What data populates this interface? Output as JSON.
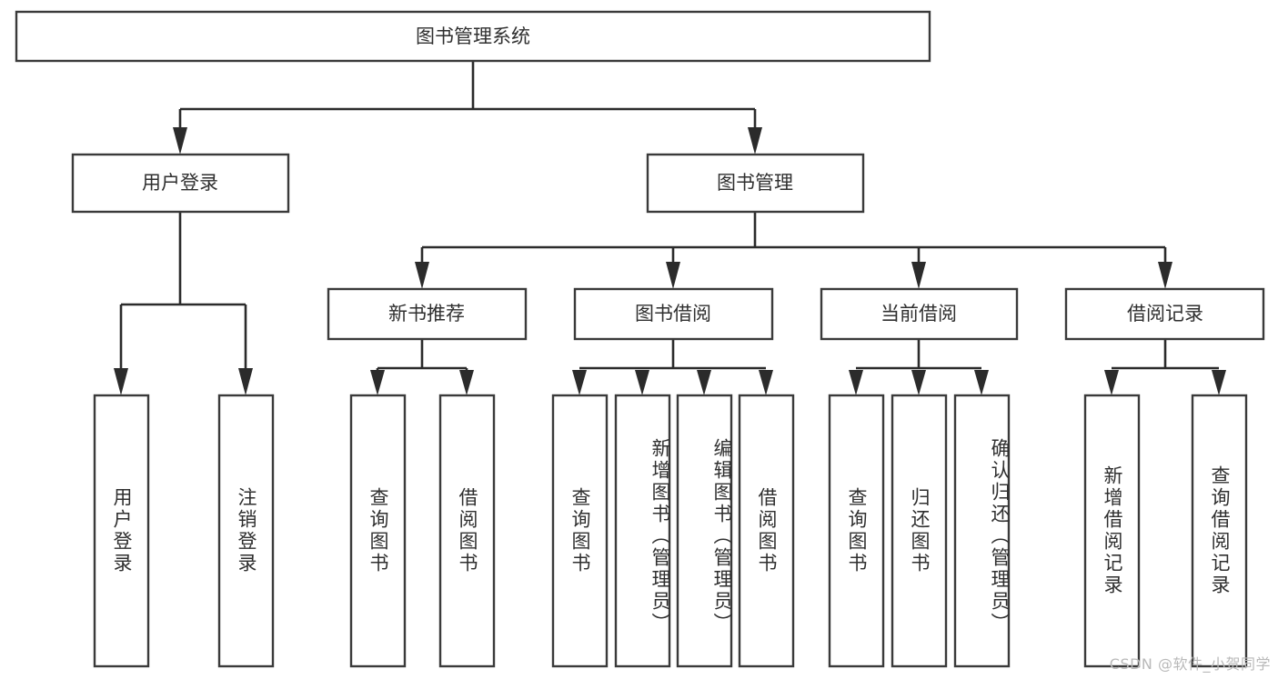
{
  "diagram": {
    "title": "图书管理系统",
    "type": "tree-hierarchy-chart",
    "watermark": "CSDN @软件_小贺同学",
    "colors": {
      "background": "#ffffff",
      "box_stroke": "#3a3a3a",
      "connector": "#2b2b2b",
      "text": "#2f2f2f",
      "watermark": "#b9b9b9"
    },
    "root": {
      "label": "图书管理系统"
    },
    "level1": [
      {
        "label": "用户登录"
      },
      {
        "label": "图书管理"
      }
    ],
    "level2": [
      {
        "label": "新书推荐"
      },
      {
        "label": "图书借阅"
      },
      {
        "label": "当前借阅"
      },
      {
        "label": "借阅记录"
      }
    ],
    "leaves": {
      "user_login": [
        {
          "label": "用户登录"
        },
        {
          "label": "注销登录"
        }
      ],
      "new_book_recommend": [
        {
          "label": "查询图书"
        },
        {
          "label": "借阅图书"
        }
      ],
      "book_borrow": [
        {
          "label": "查询图书"
        },
        {
          "label": "新增图书（管理员）"
        },
        {
          "label": "编辑图书（管理员）"
        },
        {
          "label": "借阅图书"
        }
      ],
      "current_borrow": [
        {
          "label": "查询图书"
        },
        {
          "label": "归还图书"
        },
        {
          "label": "确认归还（管理员）"
        }
      ],
      "borrow_record": [
        {
          "label": "新增借阅记录"
        },
        {
          "label": "查询借阅记录"
        }
      ]
    }
  }
}
